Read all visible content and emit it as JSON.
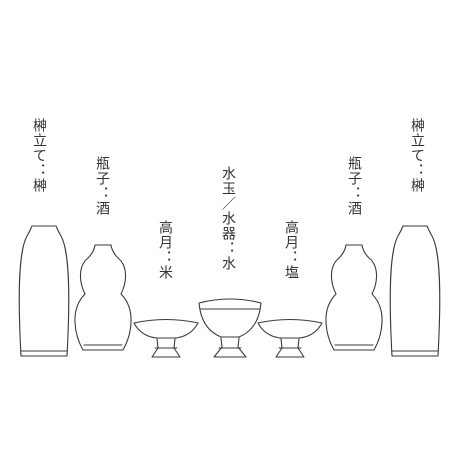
{
  "items": [
    {
      "id": "sakaki-left",
      "label": "榊立て：榊",
      "vessel": "sakaki-vase-icon"
    },
    {
      "id": "heishi-left",
      "label": "瓶子：酒",
      "vessel": "gourd-bottle-icon"
    },
    {
      "id": "takatsuki-rice",
      "label": "高月：米",
      "vessel": "pedestal-dish-icon"
    },
    {
      "id": "mizutama",
      "label": "水玉／水器：水",
      "vessel": "water-bowl-icon"
    },
    {
      "id": "takatsuki-salt",
      "label": "高月：塩",
      "vessel": "pedestal-dish-icon"
    },
    {
      "id": "heishi-right",
      "label": "瓶子：酒",
      "vessel": "gourd-bottle-icon"
    },
    {
      "id": "sakaki-right",
      "label": "榊立て：榊",
      "vessel": "sakaki-vase-icon"
    }
  ],
  "colors": {
    "stroke": "#3a3a3a",
    "text": "#333333",
    "background": "#ffffff"
  }
}
